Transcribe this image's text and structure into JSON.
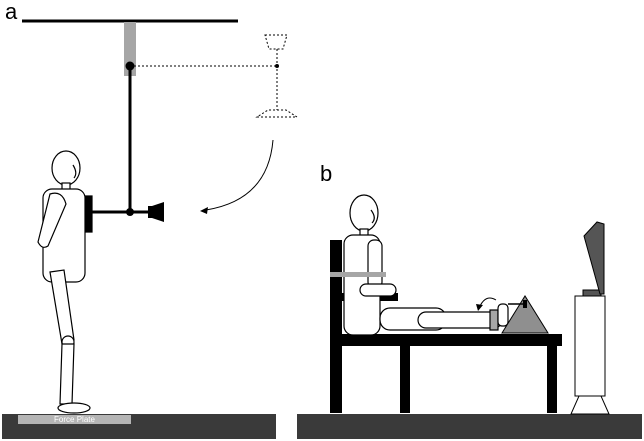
{
  "panels": {
    "a": {
      "label": "a",
      "force_plate_label": "Force Plate"
    },
    "b": {
      "label": "b"
    }
  },
  "colors": {
    "ground": "#3a3a3a",
    "force_plate": "#b5b5b5",
    "mount": "#a6a6a6",
    "line": "#000000",
    "figure_fill": "#ffffff",
    "table_top": "#8f8f8f"
  }
}
